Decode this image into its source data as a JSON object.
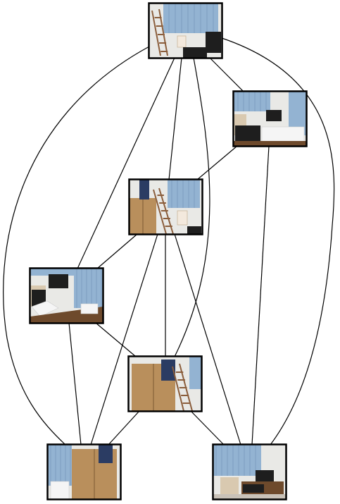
{
  "graph": {
    "nodes": [
      {
        "id": "n1",
        "scene": "curtain-ladder-tv",
        "colors": {
          "curtain": "#93b3d2"
        }
      },
      {
        "id": "n2",
        "scene": "curtain-desk-tv",
        "colors": {
          "curtain": "#93b3d2"
        }
      },
      {
        "id": "n3",
        "scene": "jacket-door-ladder",
        "colors": {
          "curtain": "#93b3d2"
        }
      },
      {
        "id": "n4",
        "scene": "desk-laptop-tv",
        "colors": {
          "curtain": "#93b3d2"
        }
      },
      {
        "id": "n5",
        "scene": "door-jacket-ladder",
        "colors": {
          "door": "#b98f5c"
        }
      },
      {
        "id": "n6",
        "scene": "door-curtain-closeup",
        "colors": {
          "door": "#b98f5c"
        }
      },
      {
        "id": "n7",
        "scene": "curtain-tv-shelf",
        "colors": {
          "curtain": "#93b3d2"
        }
      }
    ],
    "edges": [
      [
        "n1",
        "n2"
      ],
      [
        "n1",
        "n3"
      ],
      [
        "n1",
        "n4"
      ],
      [
        "n1",
        "n5"
      ],
      [
        "n1",
        "n6"
      ],
      [
        "n1",
        "n7"
      ],
      [
        "n2",
        "n3"
      ],
      [
        "n2",
        "n7"
      ],
      [
        "n3",
        "n4"
      ],
      [
        "n3",
        "n5"
      ],
      [
        "n3",
        "n6"
      ],
      [
        "n3",
        "n7"
      ],
      [
        "n4",
        "n5"
      ],
      [
        "n4",
        "n6"
      ],
      [
        "n5",
        "n6"
      ],
      [
        "n5",
        "n7"
      ]
    ],
    "colors": {
      "edge": "#000000",
      "background": "#ffffff"
    }
  }
}
